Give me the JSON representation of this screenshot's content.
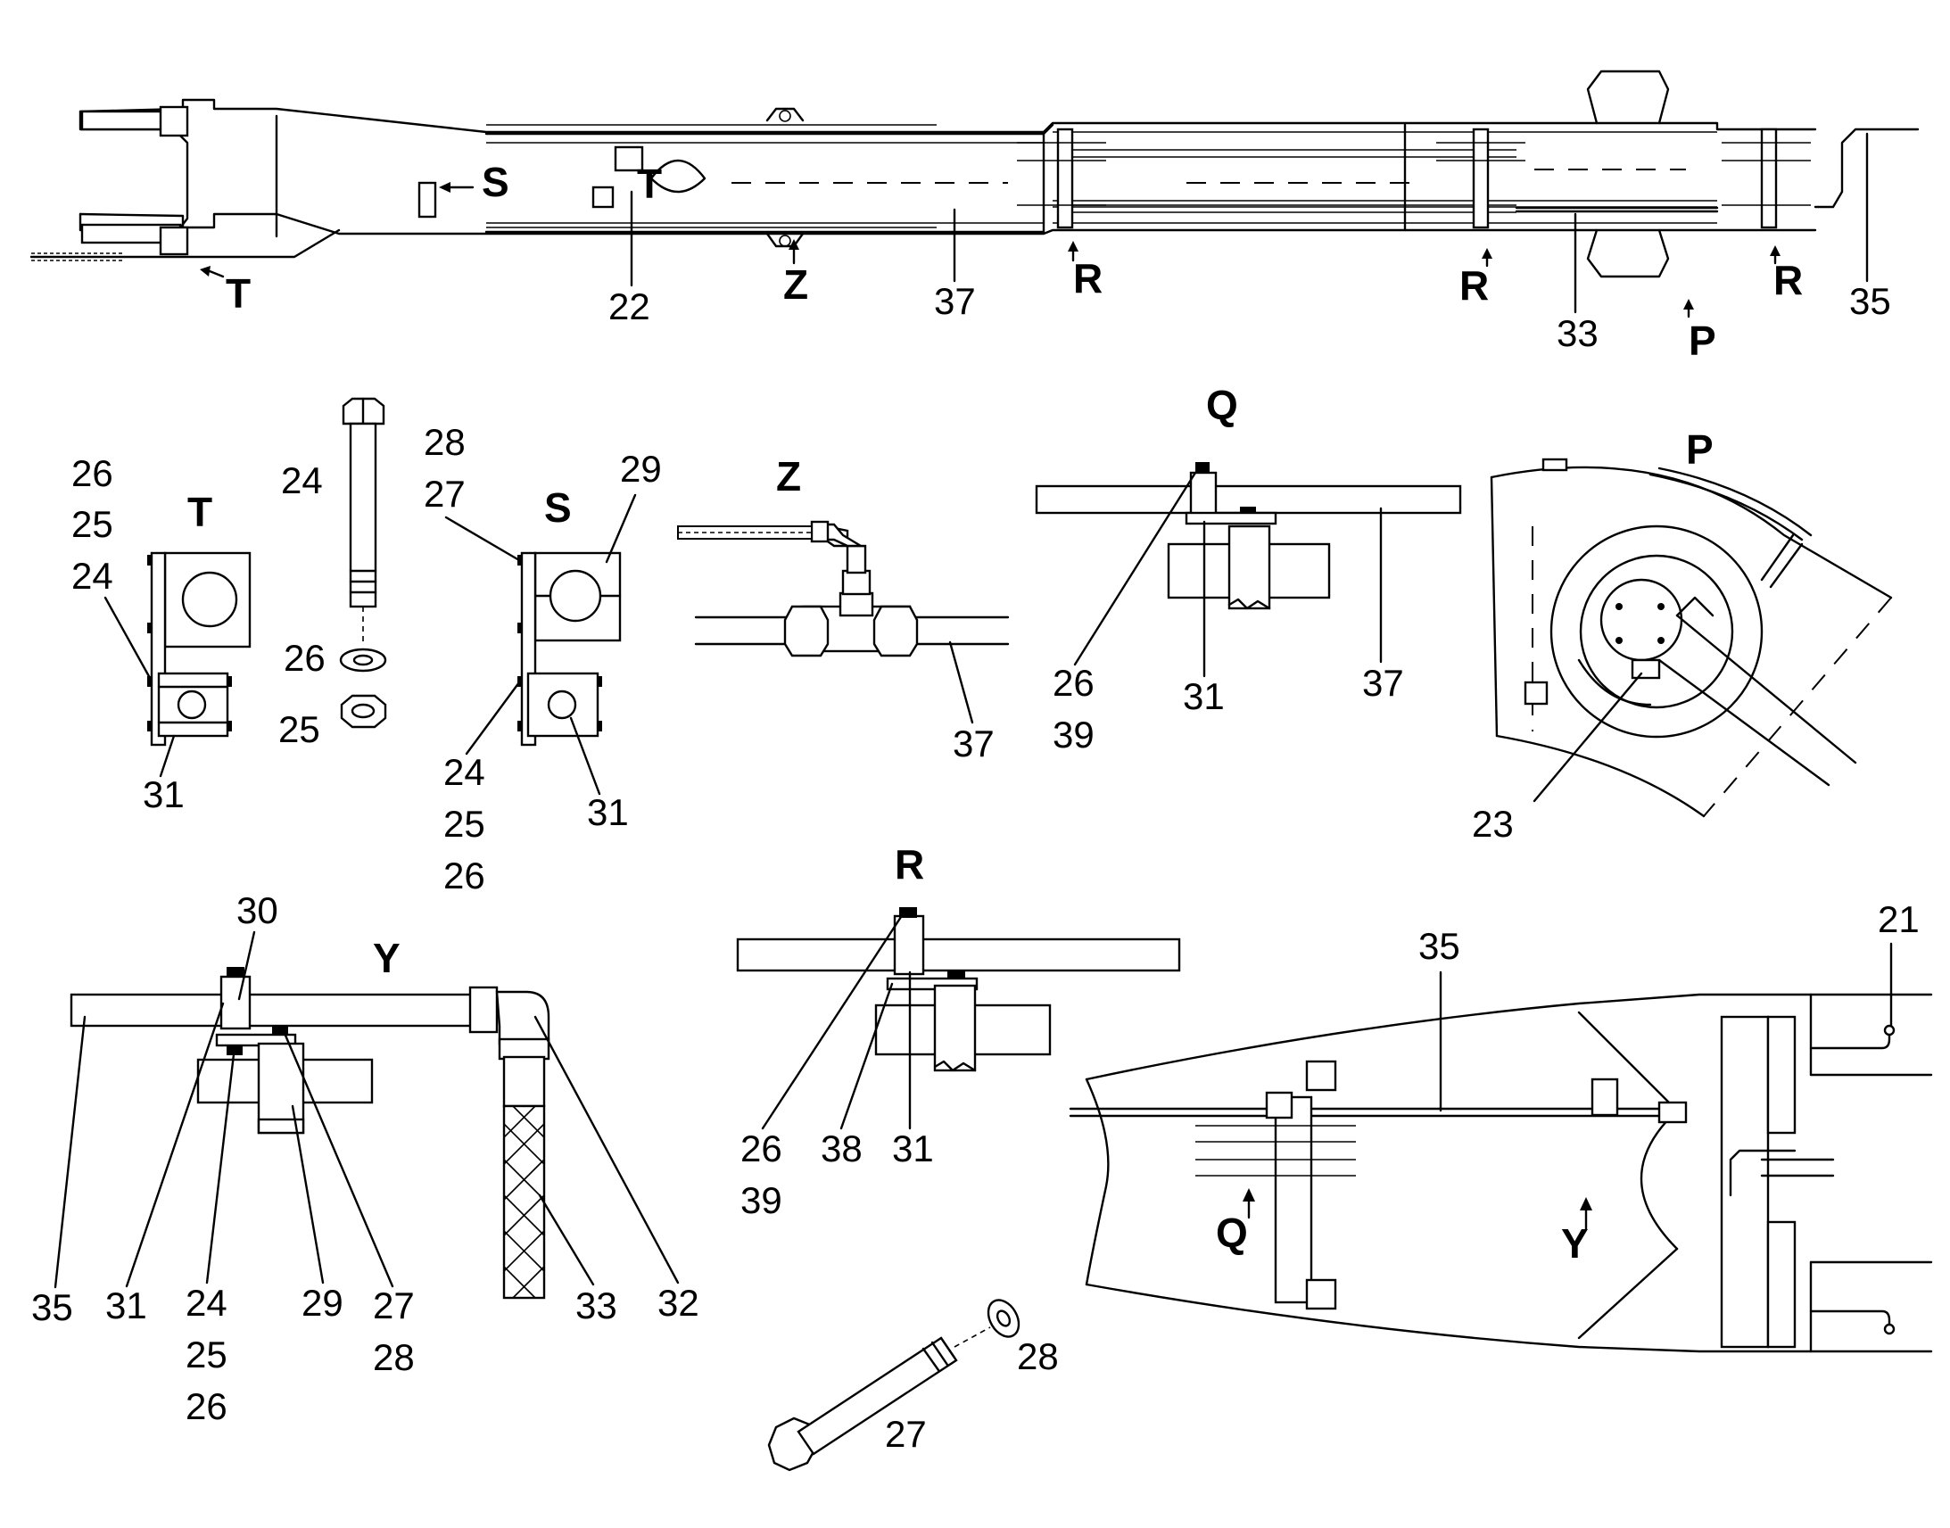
{
  "overview": {
    "callouts": [
      "22",
      "37",
      "33",
      "35"
    ],
    "view_markers": [
      "S",
      "T",
      "T",
      "Z",
      "R",
      "R",
      "R",
      "P"
    ]
  },
  "view_T": {
    "title": "T",
    "callouts": [
      "26",
      "25",
      "24",
      "31"
    ]
  },
  "bolt_assembly": {
    "callouts": [
      "24",
      "26",
      "25"
    ]
  },
  "view_S": {
    "title": "S",
    "callouts": [
      "28",
      "27",
      "29",
      "24",
      "25",
      "26",
      "31"
    ]
  },
  "view_Z": {
    "title": "Z",
    "callouts": [
      "37"
    ]
  },
  "view_Q": {
    "title": "Q",
    "callouts": [
      "37",
      "26",
      "39",
      "31"
    ]
  },
  "view_P": {
    "title": "P",
    "callouts": [
      "23"
    ]
  },
  "view_Y": {
    "title": "Y",
    "callouts": [
      "30",
      "35",
      "31",
      "24",
      "25",
      "26",
      "29",
      "27",
      "28",
      "33",
      "32"
    ]
  },
  "view_R": {
    "title": "R",
    "callouts": [
      "26",
      "39",
      "38",
      "31"
    ]
  },
  "bolt_27": {
    "callouts": [
      "28",
      "27"
    ]
  },
  "detail_end": {
    "callouts": [
      "35",
      "21"
    ],
    "view_markers": [
      "Q",
      "Y"
    ]
  }
}
